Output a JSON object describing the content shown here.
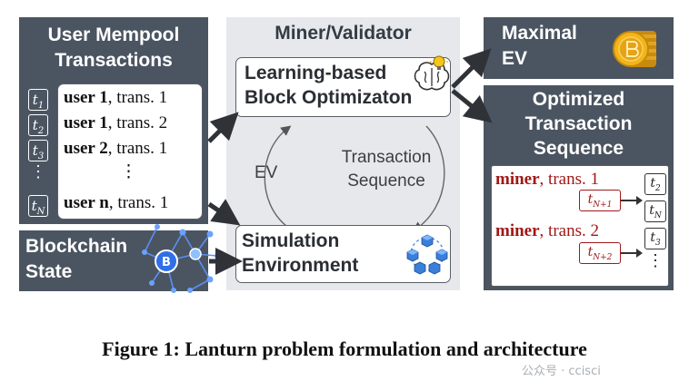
{
  "mempool": {
    "title_line1": "User Mempool",
    "title_line2": "Transactions",
    "labels": [
      "t1",
      "t2",
      "t3",
      "⋮",
      "tN"
    ],
    "rows": [
      {
        "user": "user 1",
        "trans": ", trans. 1"
      },
      {
        "user": "user 1",
        "trans": ", trans. 2"
      },
      {
        "user": "user 2",
        "trans": ", trans. 1"
      },
      {
        "user": "",
        "trans": "⋮"
      },
      {
        "user": "user n",
        "trans": ", trans. 1"
      }
    ]
  },
  "blockchain": {
    "title_line1": "Blockchain",
    "title_line2": "State",
    "icon": "blockchain-network-icon"
  },
  "miner": {
    "title": "Miner/Validator",
    "optimizer_line1": "Learning-based",
    "optimizer_line2": "Block Optimizaton",
    "optimizer_icon": "brain-lightbulb-icon",
    "ev_label": "EV",
    "seq_line1": "Transaction",
    "seq_line2": "Sequence",
    "sim_line1": "Simulation",
    "sim_line2": "Environment",
    "sim_icon": "blocks-network-icon"
  },
  "maximal_ev": {
    "line1": "Maximal",
    "line2": "EV",
    "icon": "coin-icon"
  },
  "optimized": {
    "title_line1": "Optimized",
    "title_line2": "Transaction",
    "title_line3": "Sequence",
    "rows": [
      {
        "actor": "miner",
        "trans": ", trans. 1",
        "label": "tN+1"
      },
      {
        "actor": "miner",
        "trans": ", trans. 2",
        "label": "tN+2"
      }
    ],
    "right_labels": [
      "t2",
      "tN",
      "t3",
      "⋮"
    ]
  },
  "caption": "Figure 1: Lanturn problem formulation and architecture",
  "watermark": "公众号 · ccisci",
  "colors": {
    "panel_dark": "#4b5561",
    "panel_light": "#e6e8ec",
    "miner_red": "#a01818",
    "arrow": "#2f3338",
    "network_blue": "#3b82f6"
  }
}
